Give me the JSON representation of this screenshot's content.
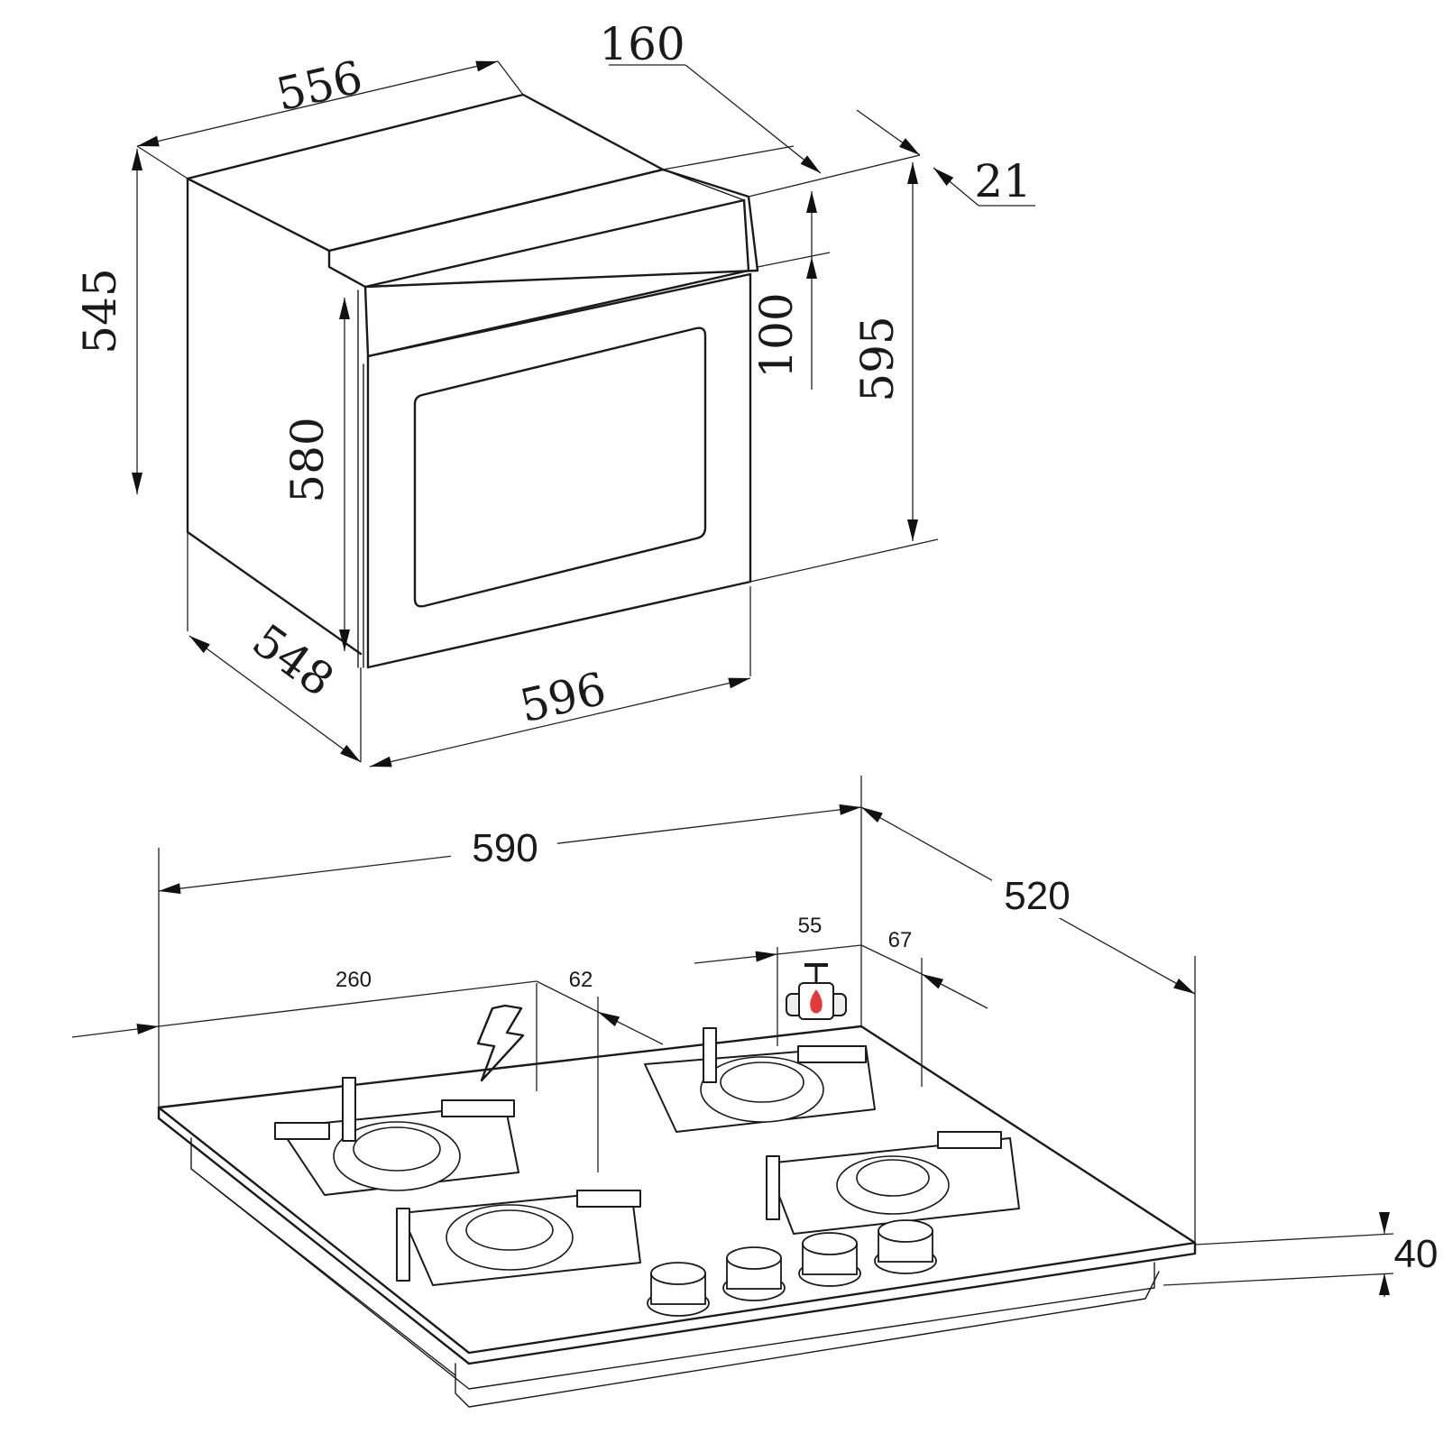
{
  "oven": {
    "depth_top": "556",
    "door_depth": "160",
    "panel_thickness": "21",
    "body_height": "545",
    "control_panel_height": "100",
    "front_height": "595",
    "door_height": "580",
    "side_depth": "548",
    "front_width": "596"
  },
  "hob": {
    "width": "590",
    "depth": "520",
    "left_offset": "260",
    "gap": "62",
    "gas_offset": "55",
    "right_offset": "67",
    "height": "40"
  },
  "icons": {
    "electric": "lightning-icon",
    "gas": "gas-valve-icon"
  },
  "colors": {
    "line": "#1a1a1a",
    "gas_flame": "#e53935"
  }
}
